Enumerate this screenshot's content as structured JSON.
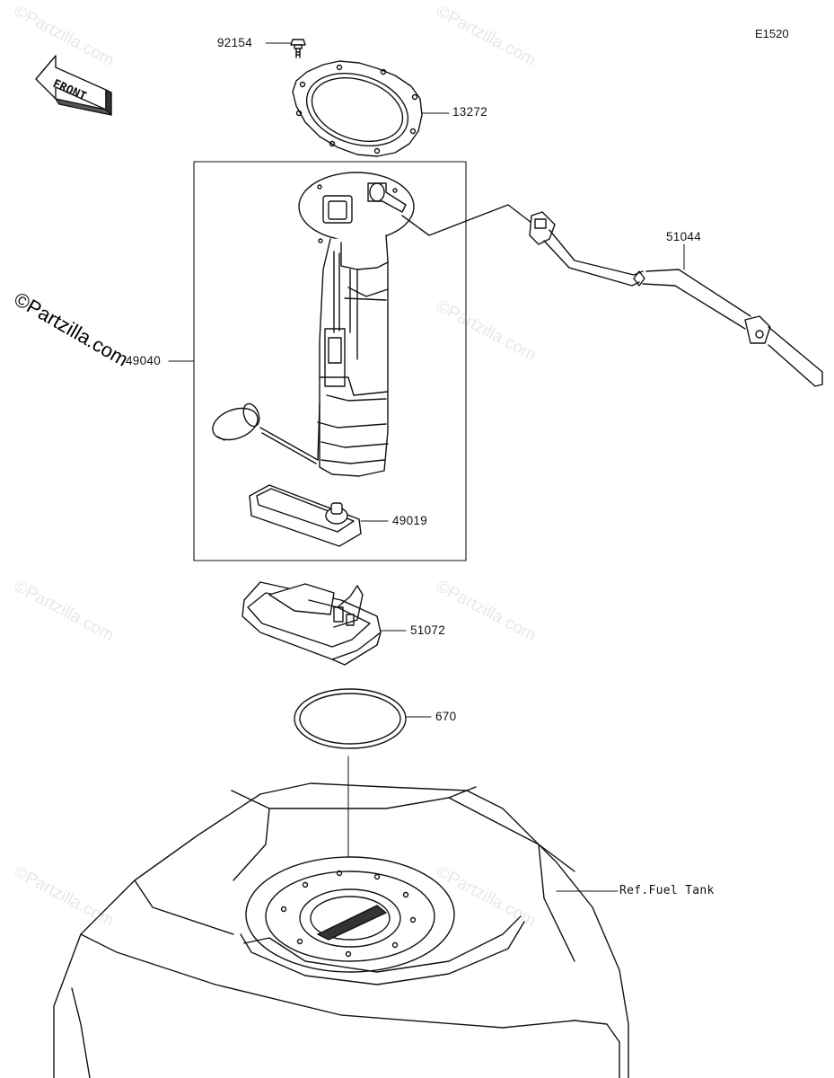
{
  "diagram_code": "E1520",
  "front_arrow_label": "FRONT",
  "watermark_text": "©Partzilla.com",
  "parts": {
    "bolt": "92154",
    "gasket_plate": "13272",
    "fuel_pump_assembly": "49040",
    "filter": "49019",
    "hose": "51044",
    "pump_base": "51072",
    "o_ring": "670",
    "fuel_tank_ref": "Ref.Fuel Tank"
  }
}
